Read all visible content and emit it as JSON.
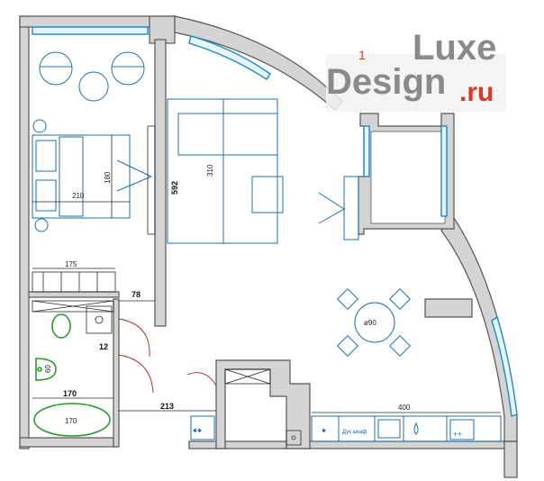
{
  "logo": {
    "word1": "Luxe",
    "word2": "Design",
    "suffix": ".ru",
    "digit": "1"
  },
  "dimensions": {
    "bed_width": "210",
    "bed_length": "180",
    "wardrobe_width": "175",
    "bathroom_inner_width": "78",
    "wall_length": "592",
    "sofa_length": "310",
    "shower_tray": "12",
    "bathtub_outer": "170",
    "bathtub_inner": "170",
    "sink_width": "60",
    "corridor_width": "213",
    "kitchen_length": "400",
    "table_diameter": "ø90"
  },
  "labels": {
    "wardrobe": "Дук шкаф"
  },
  "colors": {
    "walls": "#d4d4d4",
    "furniture": "#1a6fae",
    "doors": "#b02020",
    "windows": "#1a8ac4",
    "plumbing": "#2e9a2e",
    "logo_gray": "#8a8a8a",
    "logo_red": "#d83a2a"
  }
}
